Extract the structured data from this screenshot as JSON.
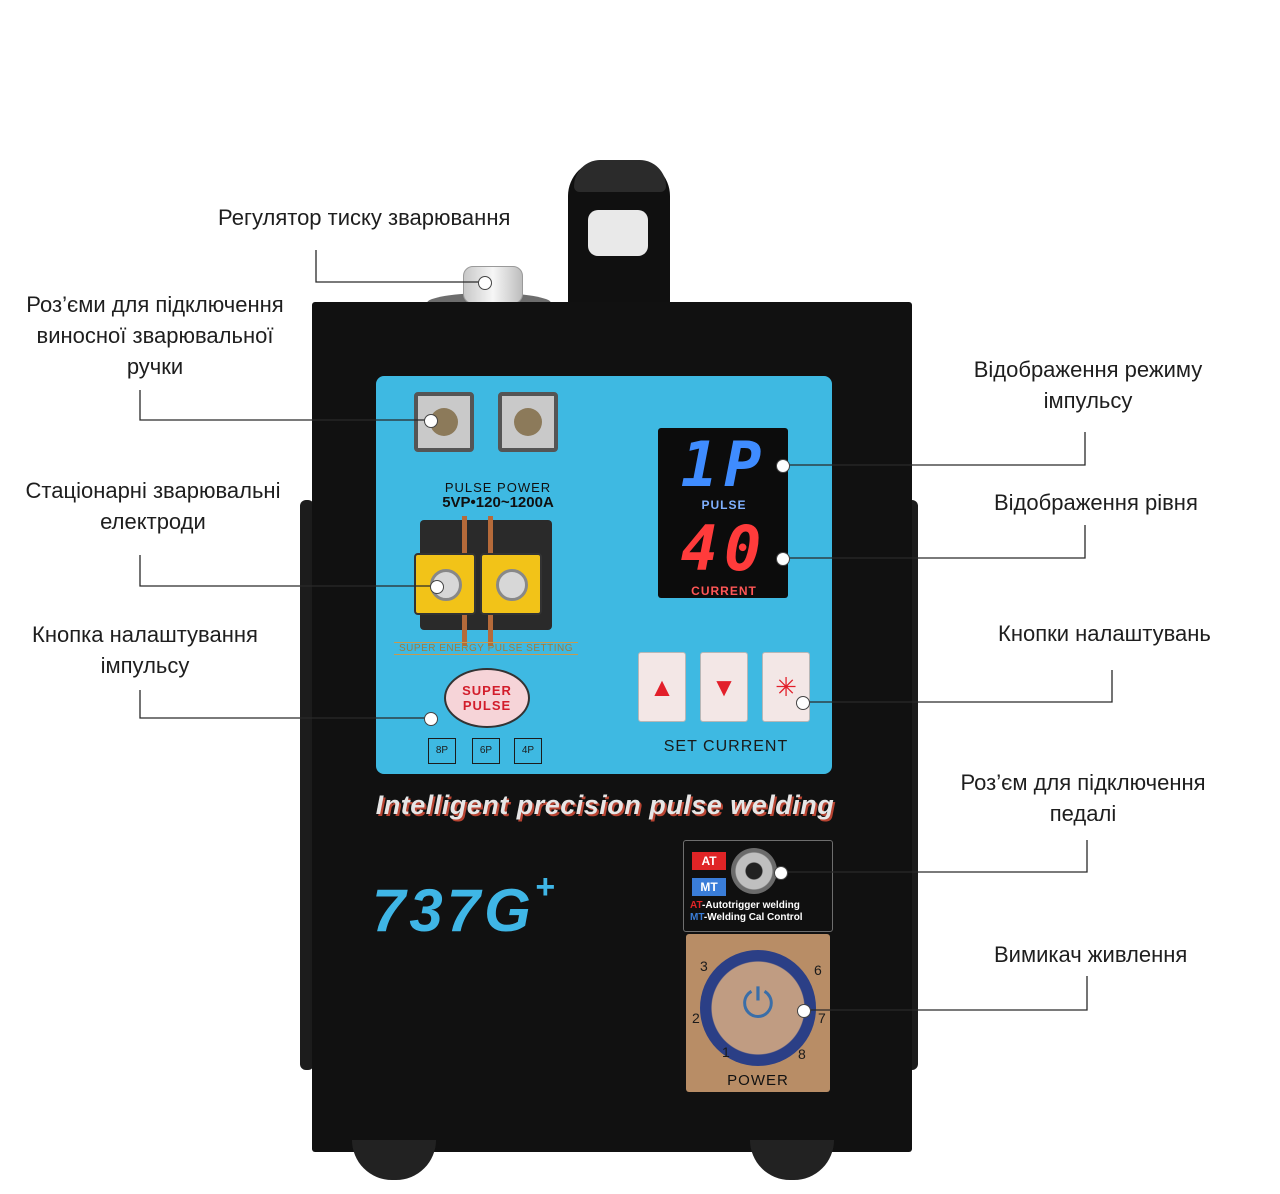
{
  "callouts": {
    "pressure_regulator": "Регулятор тиску зварювання",
    "handle_connectors": [
      "Роз’єми для підключення",
      "виносної зварювальної",
      "ручки"
    ],
    "stationary_electrodes": [
      "Стаціонарні зварювальні",
      "електроди"
    ],
    "pulse_button": [
      "Кнопка налаштування",
      "імпульсу"
    ],
    "pulse_mode_display": [
      "Відображення режиму",
      "імпульсу"
    ],
    "level_display": "Відображення рівня",
    "setting_buttons": "Кнопки налаштувань",
    "pedal_connector": [
      "Роз’єм для підключення",
      "педалі"
    ],
    "power_switch": "Вимикач живлення"
  },
  "device": {
    "pulse_power_title": "PULSE POWER",
    "pulse_power_spec": "5VP•120~1200A",
    "setting_strip": "SUPER ENERGY PULSE SETTING",
    "super_pulse": [
      "SUPER",
      "PULSE"
    ],
    "pulse_chips": [
      "8P",
      "6P",
      "4P"
    ],
    "pulse_display_value": "1P",
    "pulse_display_caption": "PULSE",
    "current_display_value": "40",
    "current_display_caption": "CURRENT",
    "set_buttons": [
      "▲",
      "▼",
      "✳"
    ],
    "set_current_label": "SET CURRENT",
    "slogan": "Intelligent precision pulse welding",
    "model": "737G",
    "model_sup": "+",
    "at_badge": "AT",
    "mt_badge": "MT",
    "at_text_prefix": "AT",
    "at_text": "-Autotrigger welding",
    "mt_text_prefix": "MT",
    "mt_text": "-Welding Cal Control",
    "dial_numbers": [
      "1",
      "2",
      "3",
      "6",
      "7",
      "8"
    ],
    "power_glyph": "⏻",
    "power_label": "POWER"
  },
  "colors": {
    "cabinet": "#111111",
    "panel": "#3eb9e2",
    "pulse_display": "#3f8cff",
    "current_display": "#ff3b3b",
    "model_text": "#3fb6e6"
  }
}
